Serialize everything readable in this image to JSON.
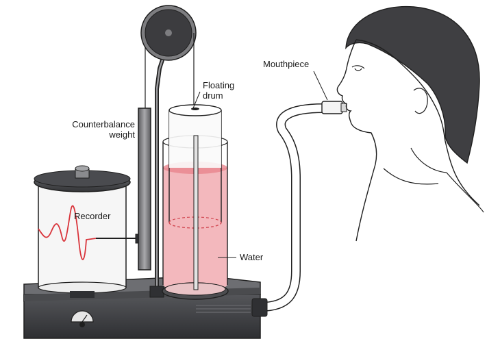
{
  "labels": {
    "floating_drum": [
      "Floating",
      "drum"
    ],
    "counterbalance_weight": [
      "Counterbalance",
      "weight"
    ],
    "mouthpiece": "Mouthpiece",
    "recorder": "Recorder",
    "water": "Water"
  },
  "colors": {
    "water": "#f3b8bd",
    "water_surface": "#e8858d",
    "trace": "#d9343b",
    "base_dark": "#3a3a3d",
    "metal": "#7d7d80",
    "pulley": "#3c3c3f",
    "outline": "#1f1f1f"
  }
}
